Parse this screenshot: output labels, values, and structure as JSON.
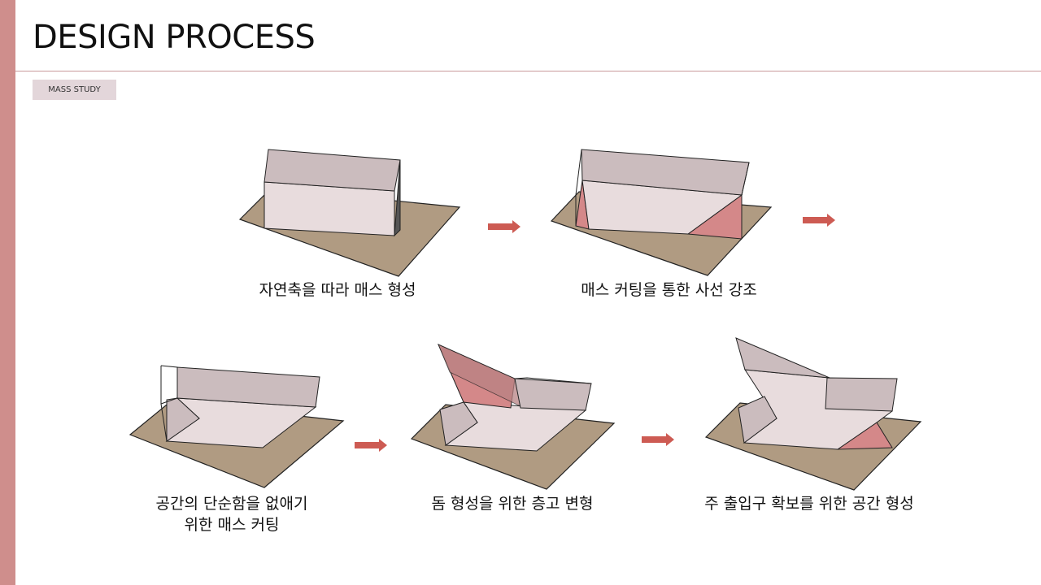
{
  "header": {
    "title": "DESIGN PROCESS",
    "tag": "MASS STUDY"
  },
  "colors": {
    "accent_bar": "#cf8e8c",
    "ground": "#b09b82",
    "mass_top": "#cbbcbe",
    "mass_face": "#e8dcdd",
    "cut_red": "#d48889",
    "arrow": "#cd5b53"
  },
  "steps": [
    {
      "caption": "자연축을 따라 매스 형성"
    },
    {
      "caption": "매스 커팅을 통한 사선 강조"
    },
    {
      "caption_lines": [
        "공간의 단순함을 없애기",
        "위한 매스 커팅"
      ]
    },
    {
      "caption": "돔 형성을 위한 층고 변형"
    },
    {
      "caption": "주 출입구 확보를 위한 공간 형성"
    }
  ]
}
